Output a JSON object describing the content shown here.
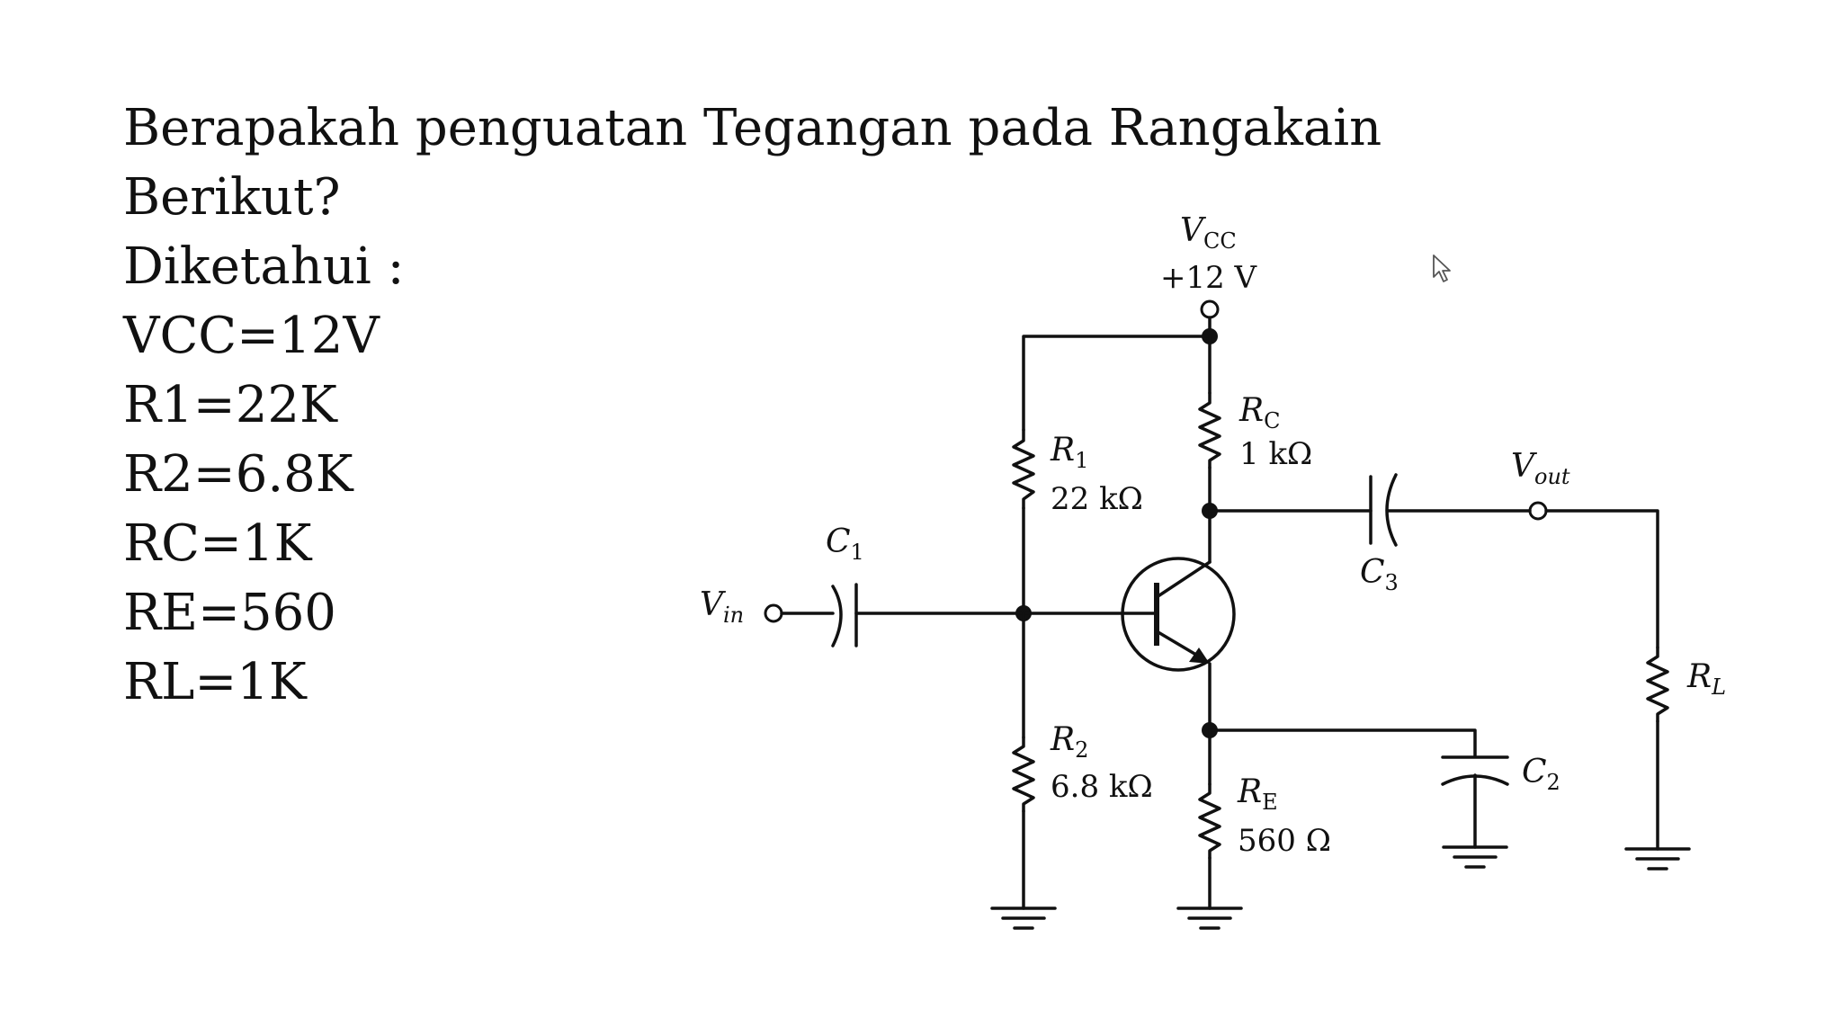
{
  "question": {
    "line1": "Berapakah penguatan Tegangan pada Rangakain",
    "line2": "Berikut?",
    "given_heading": "Diketahui :",
    "given": [
      "VCC=12V",
      "R1=22K",
      "R2=6.8K",
      "RC=1K",
      "RE=560",
      "RL=1K"
    ]
  },
  "circuit": {
    "vcc_main": "V",
    "vcc_sub": "CC",
    "vcc_value": "+12 V",
    "r1_main": "R",
    "r1_sub": "1",
    "r1_value": "22 kΩ",
    "r2_main": "R",
    "r2_sub": "2",
    "r2_value": "6.8 kΩ",
    "rc_main": "R",
    "rc_sub": "C",
    "rc_value": "1 kΩ",
    "re_main": "R",
    "re_sub": "E",
    "re_value": "560 Ω",
    "rl_main": "R",
    "rl_sub": "L",
    "c1_main": "C",
    "c1_sub": "1",
    "c2_main": "C",
    "c2_sub": "2",
    "c3_main": "C",
    "c3_sub": "3",
    "vin_main": "V",
    "vin_sub": "in",
    "vout_main": "V",
    "vout_sub": "out"
  },
  "icons": {
    "cursor": "mouse-pointer-icon"
  }
}
